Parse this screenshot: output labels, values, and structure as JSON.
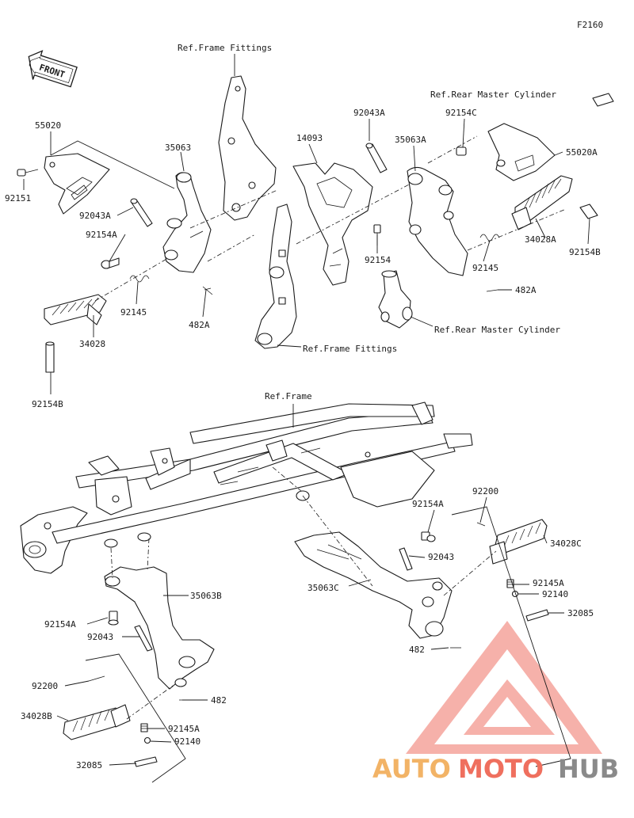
{
  "diagram_code": "F2160",
  "front_badge": "FRONT",
  "labels": {
    "ref_frame_fittings_top": "Ref.Frame Fittings",
    "ref_rear_master_cyl_top": "Ref.Rear Master Cylinder",
    "ref_rear_master_cyl_mid": "Ref.Rear Master Cylinder",
    "ref_frame_fittings_mid": "Ref.Frame Fittings",
    "ref_frame": "Ref.Frame",
    "p55020": "55020",
    "p92151": "92151",
    "p35063": "35063",
    "p92043A_left": "92043A",
    "p92154A_left": "92154A",
    "p92145_left": "92145",
    "p482A_left": "482A",
    "p34028": "34028",
    "p92154B_left": "92154B",
    "p14093": "14093",
    "p92043A_right": "92043A",
    "p92154C": "92154C",
    "p35063A": "35063A",
    "p55020A": "55020A",
    "p34028A": "34028A",
    "p92154B_right": "92154B",
    "p92154": "92154",
    "p92145_right": "92145",
    "p482A_right": "482A",
    "p92200_right": "92200",
    "p92154A_lower": "92154A",
    "p34028C": "34028C",
    "p92043_right": "92043",
    "p35063C": "35063C",
    "p92145A_right": "92145A",
    "p92140_right": "92140",
    "p32085_right": "32085",
    "p482_right": "482",
    "p35063B": "35063B",
    "p92154A_bottom": "92154A",
    "p92043_left": "92043",
    "p92200_left": "92200",
    "p482_left": "482",
    "p34028B": "34028B",
    "p92145A_left": "92145A",
    "p92140_left": "92140",
    "p32085_left": "32085"
  },
  "watermark": {
    "part1": "AUTO",
    "part2": "MOTO",
    "part3": "HUB",
    "color_auto": "#f2b366",
    "color_moto": "#ef6f5e",
    "color_hub": "#8a8a8a",
    "triangle_color": "#f08a80"
  }
}
